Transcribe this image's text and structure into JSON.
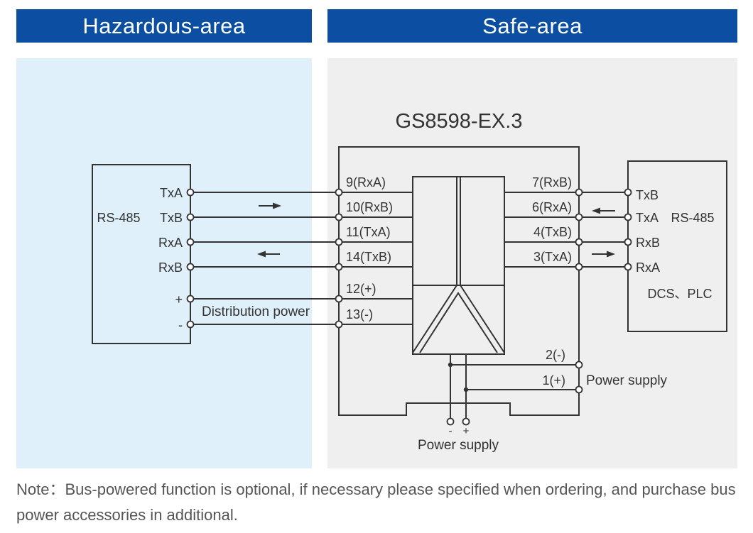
{
  "headers": {
    "hazardous": "Hazardous-area",
    "safe": "Safe-area"
  },
  "device": {
    "model": "GS8598-EX.3"
  },
  "left_device": {
    "label": "RS-485",
    "pins": [
      "TxA",
      "TxB",
      "RxA",
      "RxB",
      "+",
      "-"
    ],
    "distribution_power": "Distribution power"
  },
  "module_left_terminals": [
    "9(RxA)",
    "10(RxB)",
    "11(TxA)",
    "14(TxB)",
    "12(+)",
    "13(-)"
  ],
  "module_right_terminals": [
    "7(RxB)",
    "6(RxA)",
    "4(TxB)",
    "3(TxA)"
  ],
  "power_terminals": [
    "2(-)",
    "1(+)"
  ],
  "power_supply_label": "Power supply",
  "bottom_terminals": {
    "minus": "-",
    "plus": "+",
    "label": "Power supply"
  },
  "right_device": {
    "pins": [
      "TxB",
      "TxA",
      "RxB",
      "RxA"
    ],
    "label": "RS-485",
    "sublabel": "DCS、PLC"
  },
  "note": "Note：Bus-powered function is optional, if necessary please specified when ordering, and purchase bus power accessories in additional.",
  "colors": {
    "header": "#0b4ea2",
    "hazardous_bg": "#dff0fa",
    "safe_bg": "#efefef",
    "line": "#333333"
  }
}
